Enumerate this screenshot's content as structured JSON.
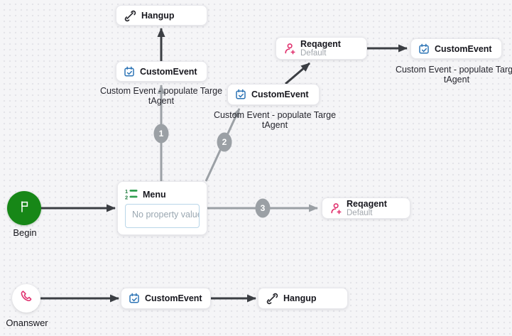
{
  "canvas": {
    "background": "#f5f5f7",
    "dot_color": "#e4e4e9"
  },
  "palette": {
    "edge_dark": "#3b3e43",
    "edge_gray": "#9ba0a5",
    "begin_green": "#178717",
    "pink": "#e0316e",
    "calendar_blue": "#2e75b6",
    "list_green": "#2f9e4f"
  },
  "nodes": {
    "begin": {
      "label": "Begin",
      "icon": "flag-icon"
    },
    "onanswer": {
      "label": "Onanswer",
      "icon": "phone-icon"
    },
    "hangup_top": {
      "title": "Hangup",
      "icon": "hangup-icon"
    },
    "customevent_left": {
      "title": "CustomEvent",
      "icon": "calendar-check-icon",
      "caption_line1": "Custom Event - populate Targe",
      "caption_line2": "tAgent"
    },
    "reqagent_top": {
      "title": "Reqagent",
      "subtitle": "Default",
      "icon": "user-plus-icon"
    },
    "customevent_topright": {
      "title": "CustomEvent",
      "icon": "calendar-check-icon",
      "caption_line1": "Custom Event - populate Targe",
      "caption_line2": "tAgent"
    },
    "customevent_mid": {
      "title": "CustomEvent",
      "icon": "calendar-check-icon",
      "caption_line1": "Custom Event - populate Targe",
      "caption_line2": "tAgent"
    },
    "menu": {
      "title": "Menu",
      "icon": "ordered-list-icon",
      "icon_digit1": "1",
      "icon_digit2": "2",
      "property_placeholder": "No property value"
    },
    "reqagent_right": {
      "title": "Reqagent",
      "subtitle": "Default",
      "icon": "user-plus-icon"
    },
    "customevent_bottom": {
      "title": "CustomEvent",
      "icon": "calendar-check-icon"
    },
    "hangup_bottom": {
      "title": "Hangup",
      "icon": "hangup-icon"
    }
  },
  "edges": {
    "badges": [
      "1",
      "2",
      "3"
    ]
  }
}
